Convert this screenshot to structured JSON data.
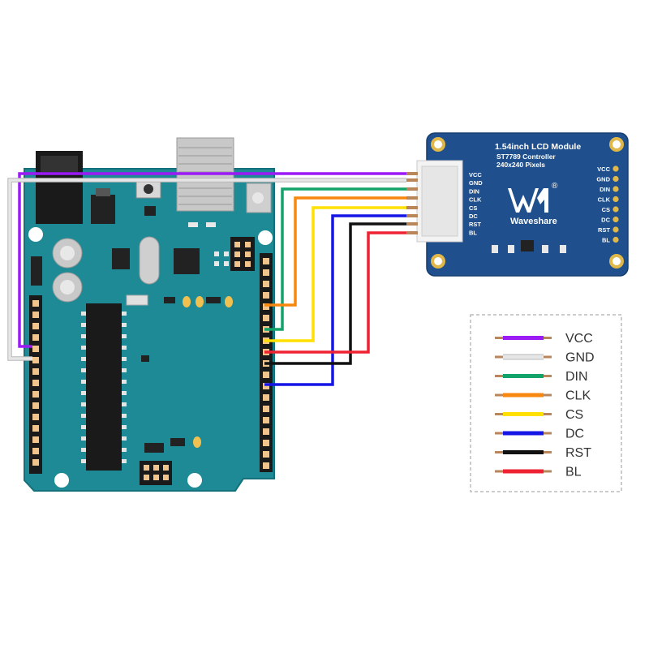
{
  "lcd": {
    "title": "1.54inch LCD Module",
    "controller": "ST7789 Controller",
    "resolution": "240x240 Pixels",
    "brand": "Waveshare",
    "registered": "®",
    "connector_pins": [
      "VCC",
      "GND",
      "DIN",
      "CLK",
      "CS",
      "DC",
      "RST",
      "BL"
    ],
    "side_pins": [
      "VCC",
      "GND",
      "DIN",
      "CLK",
      "CS",
      "DC",
      "RST",
      "BL"
    ]
  },
  "wires": [
    {
      "signal": "VCC",
      "color": "#9b1bf5"
    },
    {
      "signal": "GND",
      "color": "#e6e6e6"
    },
    {
      "signal": "DIN",
      "color": "#12a36b"
    },
    {
      "signal": "CLK",
      "color": "#f7870f"
    },
    {
      "signal": "CS",
      "color": "#ffe000"
    },
    {
      "signal": "DC",
      "color": "#1515e6"
    },
    {
      "signal": "RST",
      "color": "#111111"
    },
    {
      "signal": "BL",
      "color": "#ee2233"
    }
  ],
  "legend": {
    "items": [
      {
        "label": "VCC",
        "color": "#9b1bf5"
      },
      {
        "label": "GND",
        "color": "#e6e6e6"
      },
      {
        "label": "DIN",
        "color": "#12a36b"
      },
      {
        "label": "CLK",
        "color": "#f7870f"
      },
      {
        "label": "CS",
        "color": "#ffe000"
      },
      {
        "label": "DC",
        "color": "#1515e6"
      },
      {
        "label": "RST",
        "color": "#111111"
      },
      {
        "label": "BL",
        "color": "#ee2233"
      }
    ]
  },
  "colors": {
    "arduino_board": "#1e8a96",
    "lcd_board": "#1f4f8c",
    "legend_border": "#bbbbbb"
  }
}
